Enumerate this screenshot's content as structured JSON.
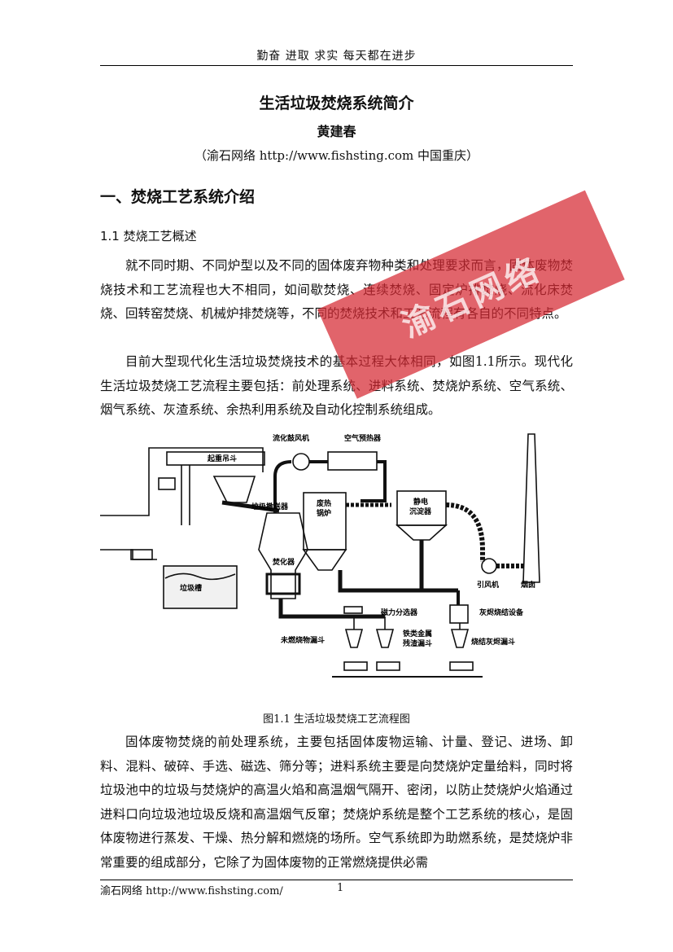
{
  "header": {
    "motto": "勤奋 进取 求实 每天都在进步"
  },
  "doc": {
    "title": "生活垃圾焚烧系统简介",
    "author": "黄建春",
    "affiliation": "（渝石网络  http://www.fishsting.com  中国重庆）"
  },
  "section1": {
    "heading": "一、焚烧工艺系统介绍",
    "sub_heading": "1.1  焚烧工艺概述",
    "para1": "就不同时期、不同炉型以及不同的固体废弃物种类和处理要求而言，固体废物焚烧技术和工艺流程也大不相同，如间歇焚烧、连续焚烧、固定炉排焚烧、流化床焚烧、回转窑焚烧、机械炉排焚烧等，不同的焚烧技术和工艺流程有各自的不同特点。",
    "para2": "目前大型现代化生活垃圾焚烧技术的基本过程大体相同，如图1.1所示。现代化生活垃圾焚烧工艺流程主要包括：前处理系统、进料系统、焚烧炉系统、空气系统、烟气系统、灰渣系统、余热利用系统及自动化控制系统组成。",
    "para3": "固体废物焚烧的前处理系统，主要包括固体废物运输、计量、登记、进场、卸料、混料、破碎、手选、磁选、筛分等；进料系统主要是向焚烧炉定量给料，同时将垃圾池中的垃圾与焚烧炉的高温火焰和高温烟气隔开、密闭，以防止焚烧炉火焰通过进料口向垃圾池垃圾反烧和高温烟气反窜；焚烧炉系统是整个工艺系统的核心，是固体废物进行蒸发、干燥、热分解和燃烧的场所。空气系统即为助燃系统，是焚烧炉非常重要的组成部分，它除了为固体废物的正常燃烧提供必需"
  },
  "figure": {
    "caption": "图1.1  生活垃圾焚烧工艺流程图",
    "labels": {
      "crane": "起重吊斗",
      "fan": "流化鼓风机",
      "preheater": "空气预热器",
      "feeder": "垃圾撒送器",
      "boiler1": "废热",
      "boiler2": "锅炉",
      "esp1": "静电",
      "esp2": "沉淀器",
      "pit": "垃圾槽",
      "incinerator": "焚化器",
      "induced_fan": "引风机",
      "chimney": "烟囱",
      "ash_equipment": "灰烬烧结设备",
      "magnetic": "磁力分选器",
      "unburnt_hopper": "未燃烧物漏斗",
      "iron1": "铁类金属",
      "iron2": "残渣漏斗",
      "sinter_hopper": "烧结灰烬漏斗"
    }
  },
  "watermark": {
    "text": "渝石网络"
  },
  "footer": {
    "site": "渝石网络  http://www.fishsting.com/",
    "page": "1"
  }
}
